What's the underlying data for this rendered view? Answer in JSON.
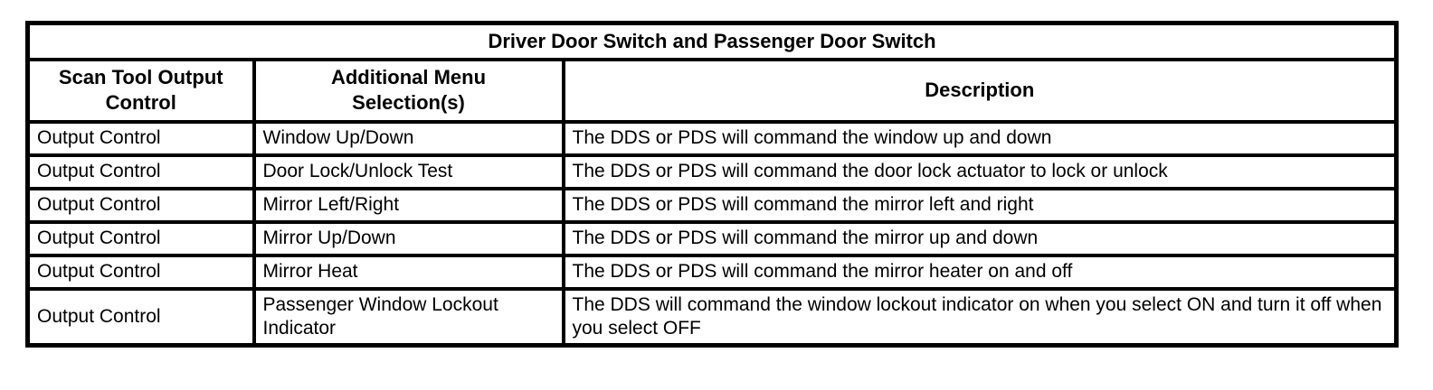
{
  "colors": {
    "border": "#000000",
    "background": "#ffffff",
    "text": "#000000"
  },
  "table": {
    "title": "Driver Door Switch and Passenger Door Switch",
    "columns": {
      "control": "Scan Tool Output\nControl",
      "menu": "Additional Menu\nSelection(s)",
      "description": "Description"
    },
    "rows": [
      {
        "control": "Output Control",
        "menu": "Window Up/Down",
        "description": "The DDS or PDS will command the window up and down"
      },
      {
        "control": "Output Control",
        "menu": "Door Lock/Unlock Test",
        "description": "The DDS or PDS will command the door lock actuator to lock or unlock"
      },
      {
        "control": "Output Control",
        "menu": "Mirror Left/Right",
        "description": "The DDS or PDS will command the mirror left and right"
      },
      {
        "control": "Output Control",
        "menu": "Mirror Up/Down",
        "description": "The DDS or PDS will command the mirror up and down"
      },
      {
        "control": "Output Control",
        "menu": "Mirror Heat",
        "description": "The DDS or PDS will command the mirror heater on and off"
      },
      {
        "control": "Output Control",
        "menu": "Passenger Window Lockout Indicator",
        "description": "The DDS will command the window lockout indicator on when you select ON and turn it off when you select OFF"
      }
    ]
  }
}
